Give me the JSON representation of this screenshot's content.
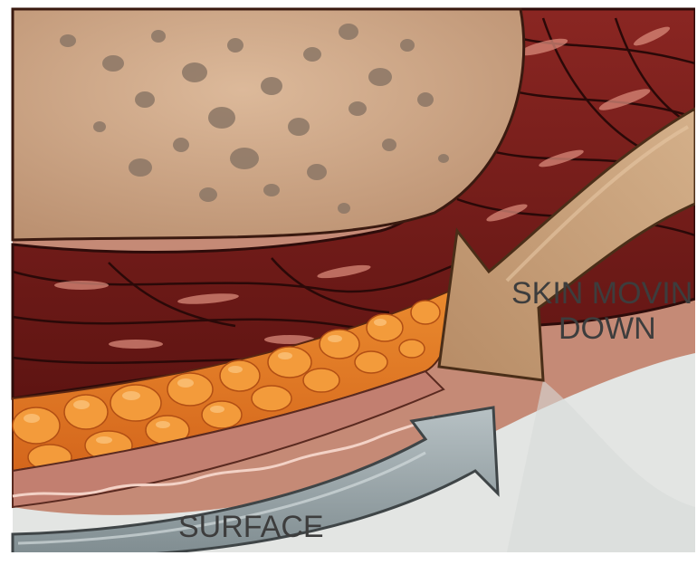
{
  "labels": {
    "skin_line1": "SKIN MOVIN",
    "skin_line2": "DOWN",
    "surface": "SURFACE"
  },
  "colors": {
    "background": "#ffffff",
    "bone": "#cfa886",
    "bone_spots": "#8c7766",
    "muscle": "#7a1e1c",
    "muscle_highlight": "#d98a7a",
    "fat": "#e8802a",
    "fat_highlight": "#f6b160",
    "skin": "#c9917a",
    "arrow_skin": "#c79f78",
    "arrow_surface": "#9aa7ab",
    "surface_ground": "#e4e6e4",
    "outline": "#3a1410",
    "label_text": "#3d3d3d"
  }
}
